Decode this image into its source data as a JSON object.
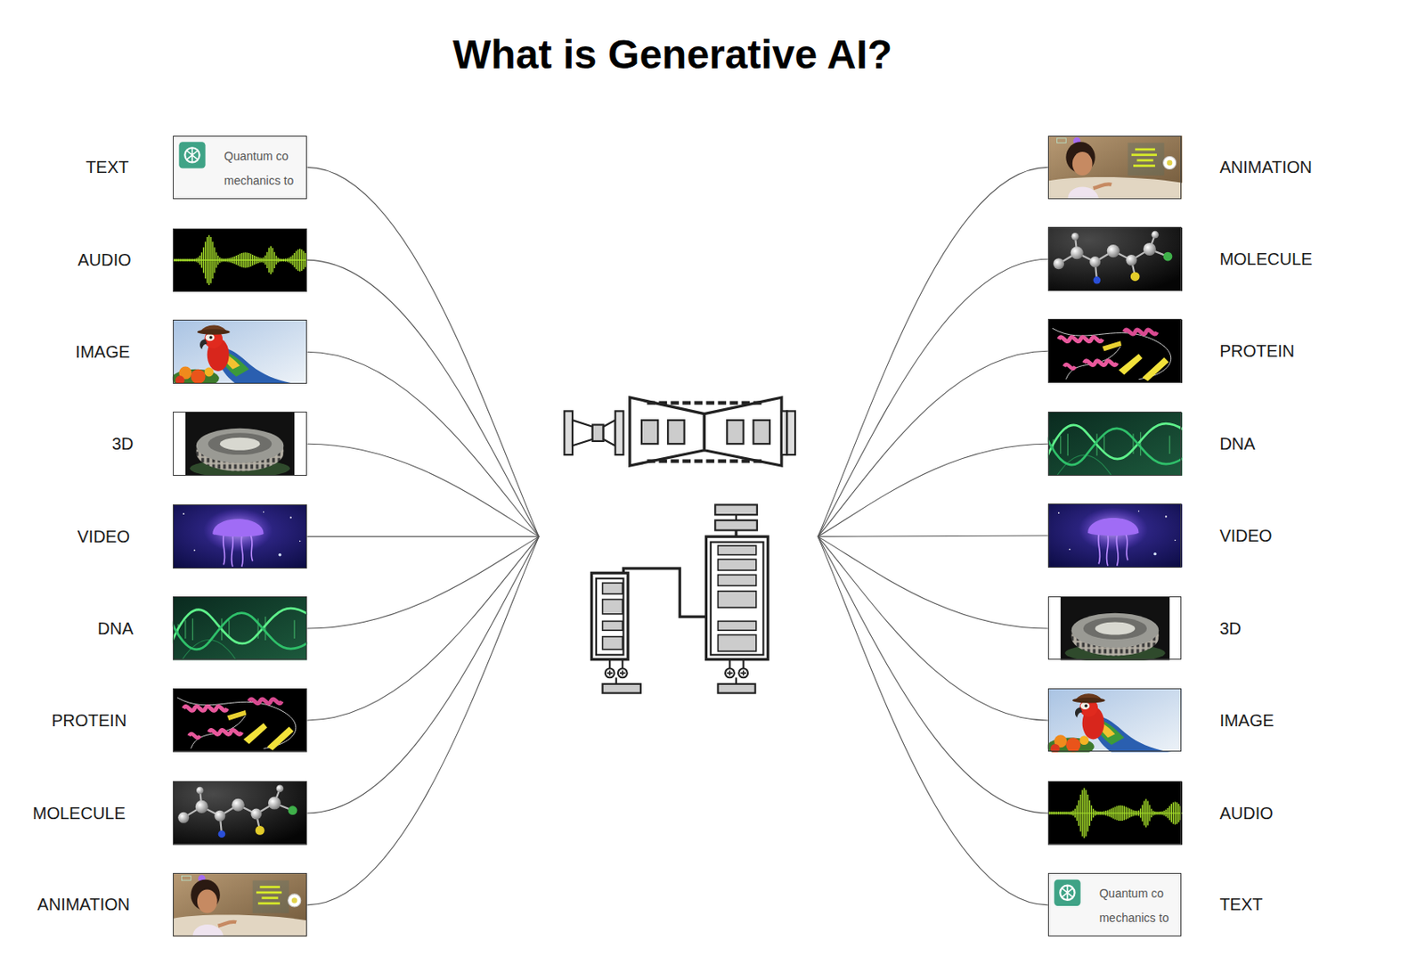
{
  "diagram": {
    "title": "What is Generative AI?",
    "nodes": [
      {
        "text": [
          "TEXT",
          "Quantum co mechanics to"
        ]
      },
      {
        "text": [
          "AUDIO"
        ]
      },
      {
        "text": [
          "IMAGE"
        ]
      },
      {
        "text": [
          "3D"
        ]
      },
      {
        "text": [
          "VIDEO"
        ]
      },
      {
        "text": [
          "DNA"
        ]
      },
      {
        "text": [
          "PROTEIN"
        ]
      },
      {
        "text": [
          "MOLECULE"
        ]
      },
      {
        "text": [
          "ANIMATION"
        ]
      },
      {
        "text": [
          "ANIMATION"
        ]
      },
      {
        "text": [
          "MOLECULE"
        ]
      },
      {
        "text": [
          "PROTEIN"
        ]
      },
      {
        "text": [
          "DNA"
        ]
      },
      {
        "text": [
          "VIDEO"
        ]
      },
      {
        "text": [
          "3D"
        ]
      },
      {
        "text": [
          "IMAGE"
        ]
      },
      {
        "text": [
          "AUDIO"
        ]
      },
      {
        "text": [
          "TEXT",
          "Quantum co mechanics to"
        ]
      }
    ]
  }
}
